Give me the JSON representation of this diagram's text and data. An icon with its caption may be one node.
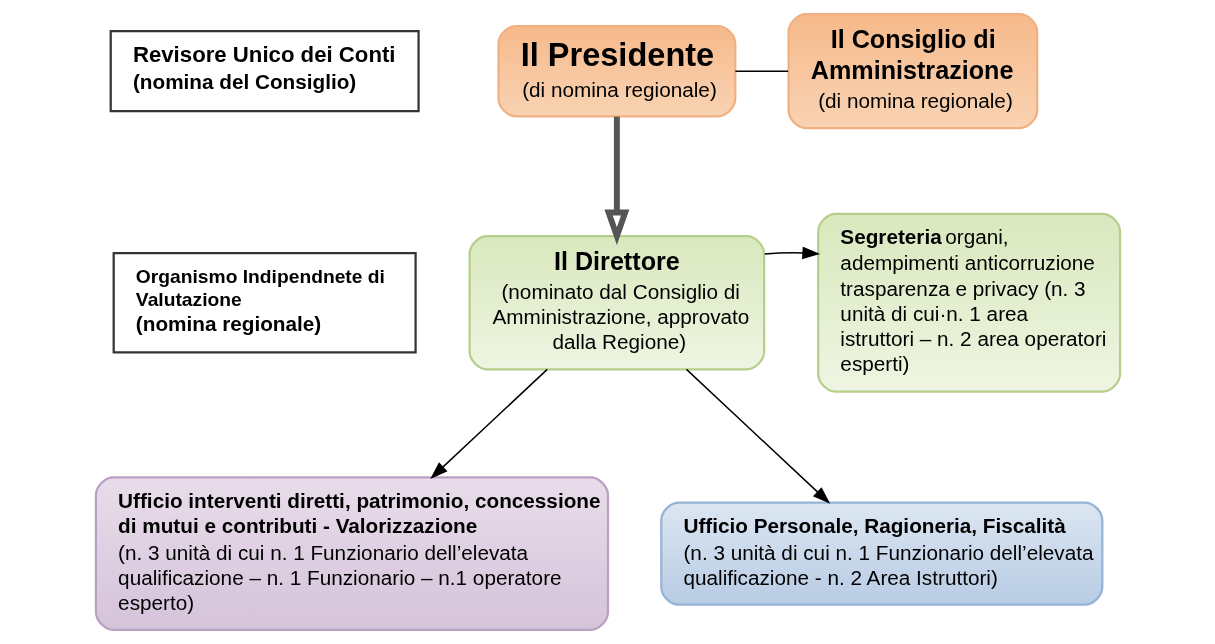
{
  "diagram": {
    "nodes": [
      {
        "text": [
          "Revisore Unico dei Conti",
          "(nomina del Consiglio)"
        ]
      },
      {
        "text": [
          "Organismo Indipendnete di Valutazione",
          "(nomina regionale)"
        ]
      },
      {
        "text": [
          "Il Presidente",
          "(di nomina regionale)"
        ]
      },
      {
        "text": [
          "Il Consiglio di Amministrazione",
          "(di nomina regionale)"
        ]
      },
      {
        "text": [
          "**Segreteria** organi, adempimenti anticorruzione trasparenza e privacy (n. 3 unità di cui·n. 1 area istruttori – n. 2 area operatori esperti)"
        ]
      },
      {
        "text": [
          "Il Direttore",
          "(nominato dal Consiglio di Amministrazione, approvato dalla Regione)"
        ]
      },
      {
        "text": [
          "Ufficio interventi diretti, patrimonio, concessione di mutui e contributi - Valorizzazione",
          "(n. 3 unità di cui n. 1 Funzionario dell’elevata qualificazione – n. 1 Funzionario – n.1 operatore esperto)"
        ]
      },
      {
        "text": [
          "Ufficio Personale, Ragioneria, Fiscalità",
          "(n. 3 unità di cui n. 1 Funzionario dell’elevata qualificazione - n. 2 Area Istruttori)"
        ]
      }
    ],
    "edges": [
      {
        "from": 2,
        "to": 3,
        "arrow": "none"
      },
      {
        "from": 2,
        "to": 5,
        "arrow": "to",
        "style": "thick"
      },
      {
        "from": 5,
        "to": 4,
        "arrow": "to"
      },
      {
        "from": 5,
        "to": 6,
        "arrow": "to"
      },
      {
        "from": 5,
        "to": 7,
        "arrow": "to"
      }
    ]
  }
}
